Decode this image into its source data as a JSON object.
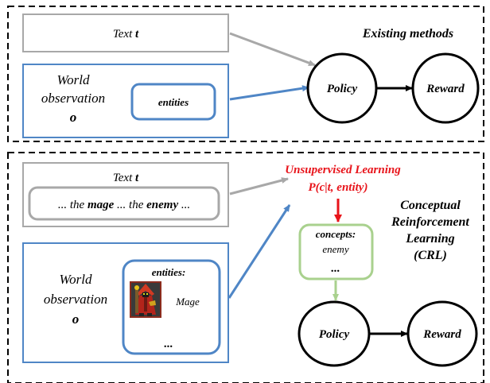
{
  "existing": {
    "text_box": {
      "prefix": "Text ",
      "var": "t"
    },
    "world": {
      "line1": "World",
      "line2": "observation",
      "var": "o"
    },
    "entities_label": "entities",
    "policy": "Policy",
    "reward": "Reward",
    "title": "Existing methods"
  },
  "crl": {
    "text_box": {
      "prefix": "Text ",
      "var": "t",
      "sentence": [
        {
          "text": "... the ",
          "bold": false
        },
        {
          "text": "mage",
          "bold": true
        },
        {
          "text": " ... the ",
          "bold": false
        },
        {
          "text": "enemy",
          "bold": true
        },
        {
          "text": " ...",
          "bold": false
        }
      ]
    },
    "world": {
      "line1": "World",
      "line2": "observation",
      "var": "o"
    },
    "entities": {
      "header": "entities:",
      "item": "Mage",
      "ellipsis": "..."
    },
    "unsupervised": {
      "line1": "Unsupervised Learning",
      "line2": "P(c|t, entity)"
    },
    "concepts": {
      "header": "concepts:",
      "item": "enemy",
      "ellipsis": "..."
    },
    "title": {
      "line1": "Conceptual",
      "line2": "Reinforcement",
      "line3": "Learning",
      "line4": "(CRL)"
    },
    "policy": "Policy",
    "reward": "Reward"
  },
  "colors": {
    "blue": "#4f86c6",
    "gray": "#a8a8a8",
    "green": "#a9d18e",
    "red": "#e8131a",
    "black": "#000000"
  }
}
